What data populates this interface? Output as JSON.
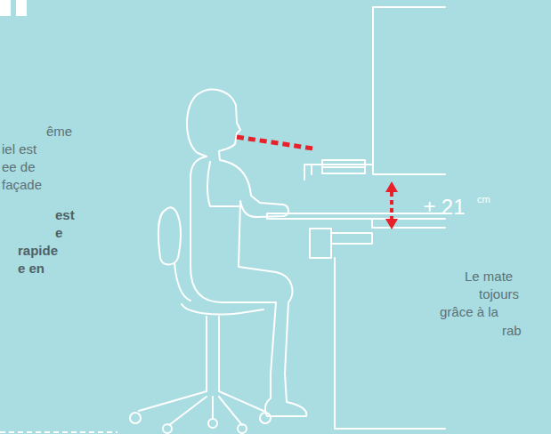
{
  "diagram": {
    "labels": [
      "ême",
      "iel est",
      "ee de",
      "façade",
      "est",
      "e",
      "rapide",
      "e en",
      "± 21",
      "cm",
      "Le mate",
      "tojours",
      "grâce à la",
      "rab"
    ]
  }
}
